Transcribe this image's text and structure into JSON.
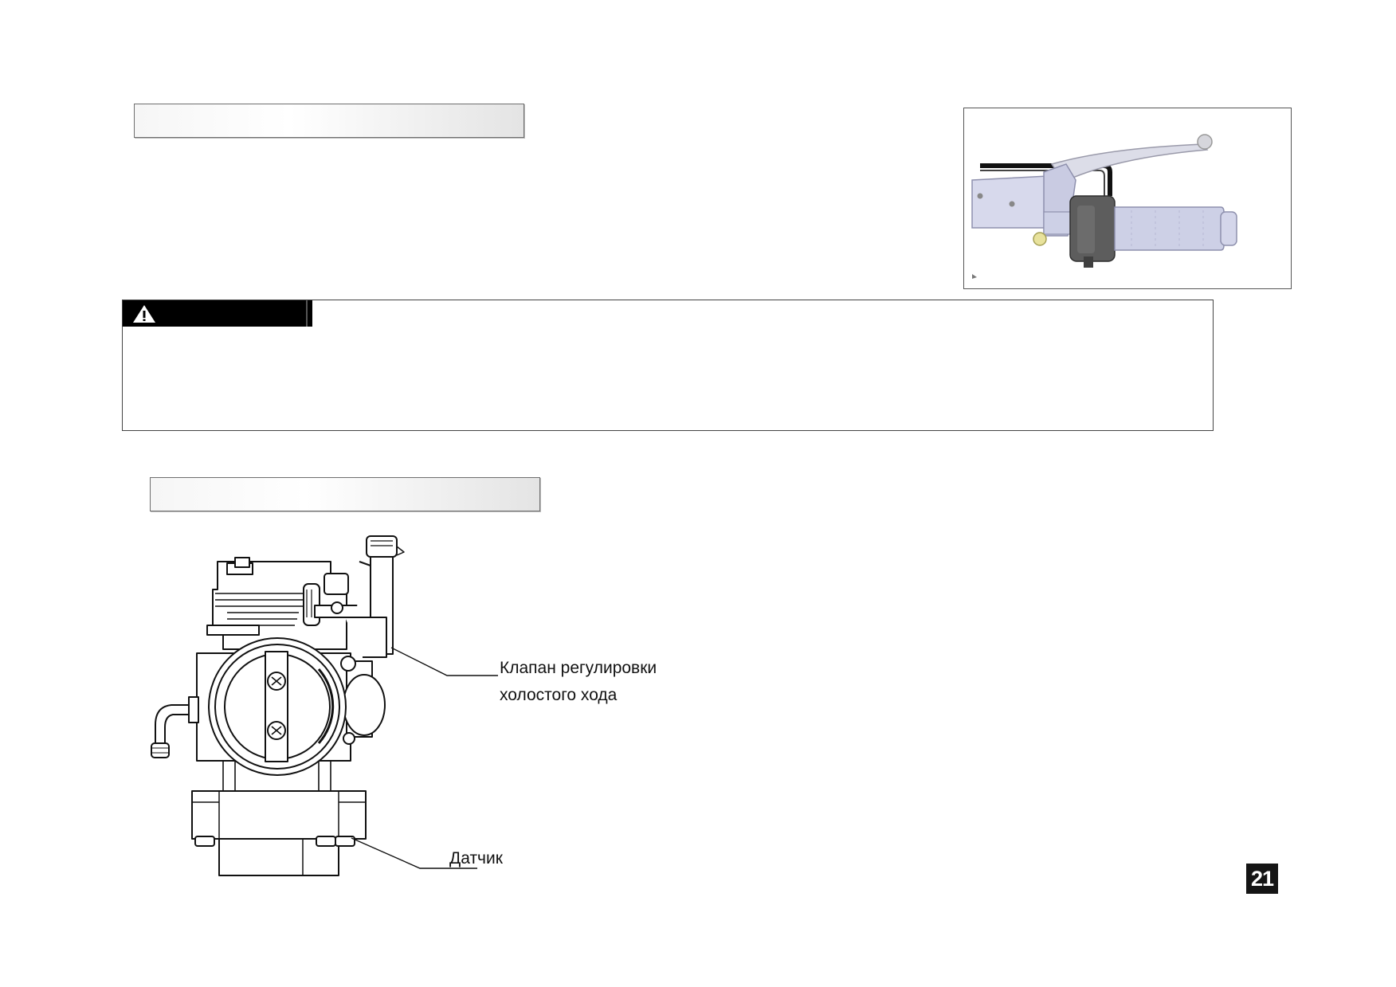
{
  "sections": [
    {
      "header_text": ""
    },
    {
      "header_text": ""
    }
  ],
  "warning": {
    "header_text": "",
    "body_text": "",
    "icon": "warning-triangle-icon"
  },
  "figures": {
    "brake_lever": {
      "icon": "brake-lever-illustration"
    },
    "throttle_body": {
      "icon": "throttle-body-illustration",
      "callouts": {
        "idle_valve_line1": "Клапан регулировки",
        "idle_valve_line2": "холостого хода",
        "sensor": "Датчик"
      }
    }
  },
  "page": {
    "number": "21"
  },
  "colors": {
    "warning_header": "#000000",
    "page_number_bg": "#151515",
    "grip": "#cdd0e6",
    "throttle_housing": "#5a5a5a"
  }
}
